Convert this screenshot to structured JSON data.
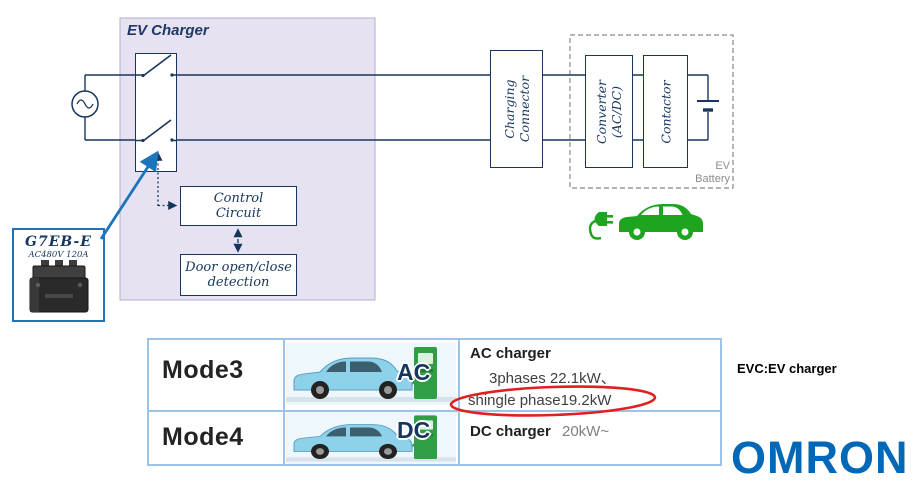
{
  "colors": {
    "navy": "#17365D",
    "purple_fill": "#E7E2F2",
    "relay_callout_blue": "#1C75BC",
    "annotation_red": "#E02020",
    "ev_green": "#1FA41F",
    "table_border_blue": "#9DC3E6",
    "omron_blue": "#0068B7"
  },
  "diagram": {
    "ev_charger_label": "EV Charger",
    "control_circuit_label": "Control\nCircuit",
    "door_detection_label": "Door open/close\ndetection",
    "charging_connector_label": "Charging\nConnector",
    "converter_label": "Converter\n(AC/DC)",
    "contactor_label": "Contactor",
    "ev_battery_label": "EV\nBattery",
    "relay": {
      "model": "G7EB-E",
      "rating": "AC480V 120A"
    }
  },
  "table": {
    "rows": [
      {
        "mode": "Mode3",
        "badge": "AC",
        "title": "AC charger",
        "detail_line1": "3phases 22.1kW、",
        "detail_line2": "shingle phase19.2kW"
      },
      {
        "mode": "Mode4",
        "badge": "DC",
        "title": "DC charger",
        "spec": "20kW~"
      }
    ]
  },
  "footnote": "EVC:EV charger",
  "brand": "OMRON"
}
